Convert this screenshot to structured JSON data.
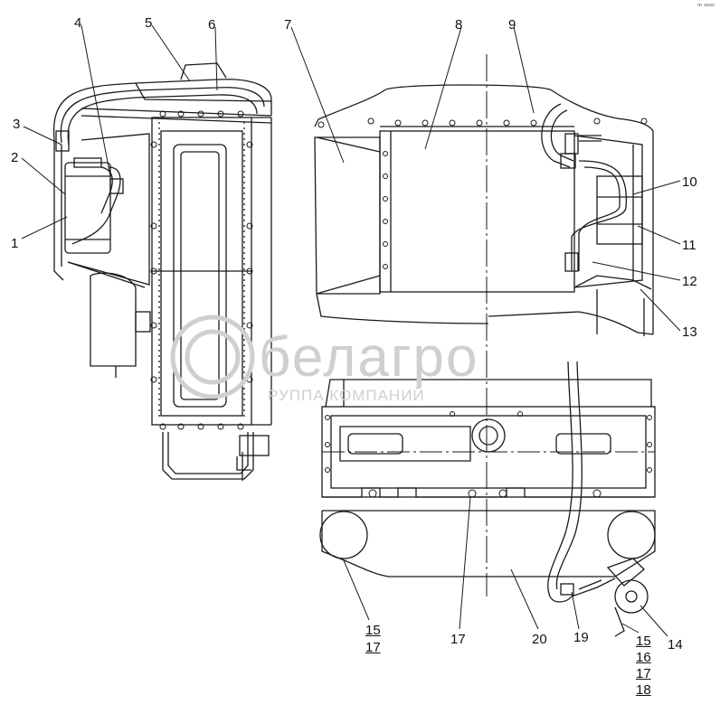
{
  "labels": {
    "l1": "1",
    "l2": "2",
    "l3": "3",
    "l4": "4",
    "l5": "5",
    "l6": "6",
    "l7": "7",
    "l8": "8",
    "l9": "9",
    "l10": "10",
    "l11": "11",
    "l12": "12",
    "l13": "13",
    "l14": "14",
    "l15a": "15",
    "l17a": "17",
    "l17b": "17",
    "l20": "20",
    "l19": "19",
    "l15b": "15",
    "l16": "16",
    "l17c": "17",
    "l18": "18"
  },
  "watermark": {
    "main": "белагро",
    "sub": "РУППА КОМПАНИЙ"
  },
  "corner_mark": "ᵐ ˢᵒᵒᵒ",
  "colors": {
    "line": "#1a1a1a",
    "watermark": "#cfcfcf"
  }
}
